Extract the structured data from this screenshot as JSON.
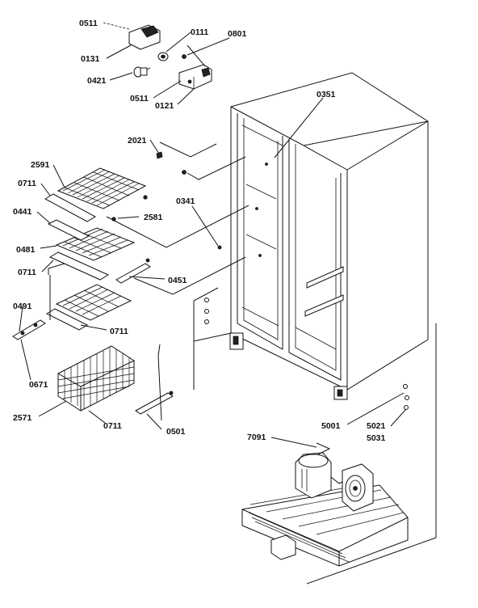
{
  "labels": {
    "p0511a": "0511",
    "p0111": "0111",
    "p0801": "0801",
    "p0131": "0131",
    "p0421": "0421",
    "p0511b": "0511",
    "p0121": "0121",
    "p0351": "0351",
    "p2021": "2021",
    "p2591": "2591",
    "p0711a": "0711",
    "p2581": "2581",
    "p0341": "0341",
    "p0441": "0441",
    "p0481": "0481",
    "p0711b": "0711",
    "p0451": "0451",
    "p0491": "0491",
    "p0711c": "0711",
    "p0671": "0671",
    "p2571": "2571",
    "p0711d": "0711",
    "p0501": "0501",
    "p5001": "5001",
    "p5021": "5021",
    "p5031": "5031",
    "p7091": "7091"
  }
}
